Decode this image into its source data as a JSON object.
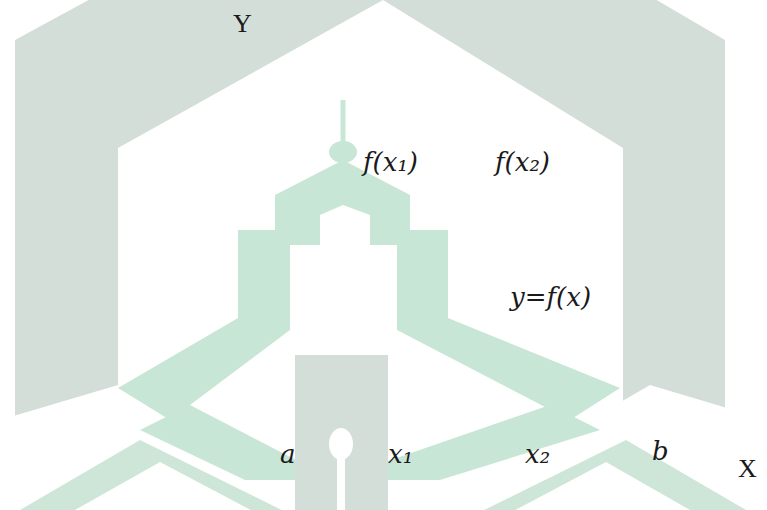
{
  "diagram": {
    "labels": [
      "Y",
      "f(x₁)",
      "f(x₂)",
      "y=f(x)",
      "a",
      "x₁",
      "x₂",
      "b",
      "X"
    ]
  }
}
